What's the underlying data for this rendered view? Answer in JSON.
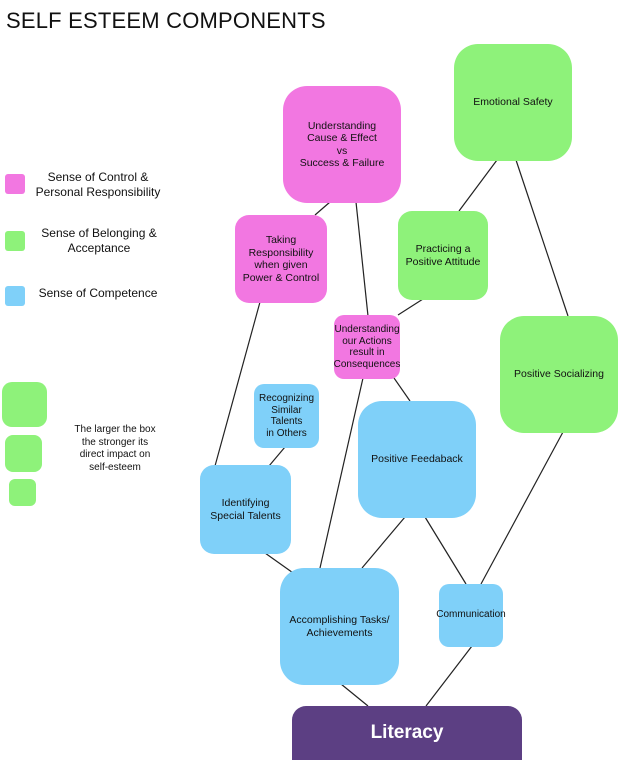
{
  "title": "SELF ESTEEM COMPONENTS",
  "colors": {
    "control": "#f277e1",
    "belonging": "#8ef27a",
    "competence": "#7fd0f9",
    "literacy": "#5c3f83"
  },
  "legend": [
    {
      "label": "Sense of Control &\nPersonal Responsibility"
    },
    {
      "label": "Sense of Belonging &\nAcceptance"
    },
    {
      "label": "Sense of Competence"
    }
  ],
  "size_note": "The larger the box\nthe stronger its\ndirect impact on\nself-esteem",
  "nodes": {
    "cause_effect": "Understanding\nCause & Effect\nvs\nSuccess & Failure",
    "emotional_safety": "Emotional Safety",
    "taking_responsibility": "Taking\nResponsibility\nwhen given\nPower & Control",
    "positive_attitude": "Practicing a\nPositive Attitude",
    "understanding_actions": "Understanding\nour Actions\nresult in\nConsequences",
    "positive_socializing": "Positive Socializing",
    "recognizing_talents": "Recognizing\nSimilar Talents\nin Others",
    "positive_feedback": "Positive Feedaback",
    "identifying_talents": "Identifying\nSpecial Talents",
    "accomplishing_tasks": "Accomplishing Tasks/\nAchievements",
    "communication": "Communication",
    "literacy": "Literacy"
  }
}
